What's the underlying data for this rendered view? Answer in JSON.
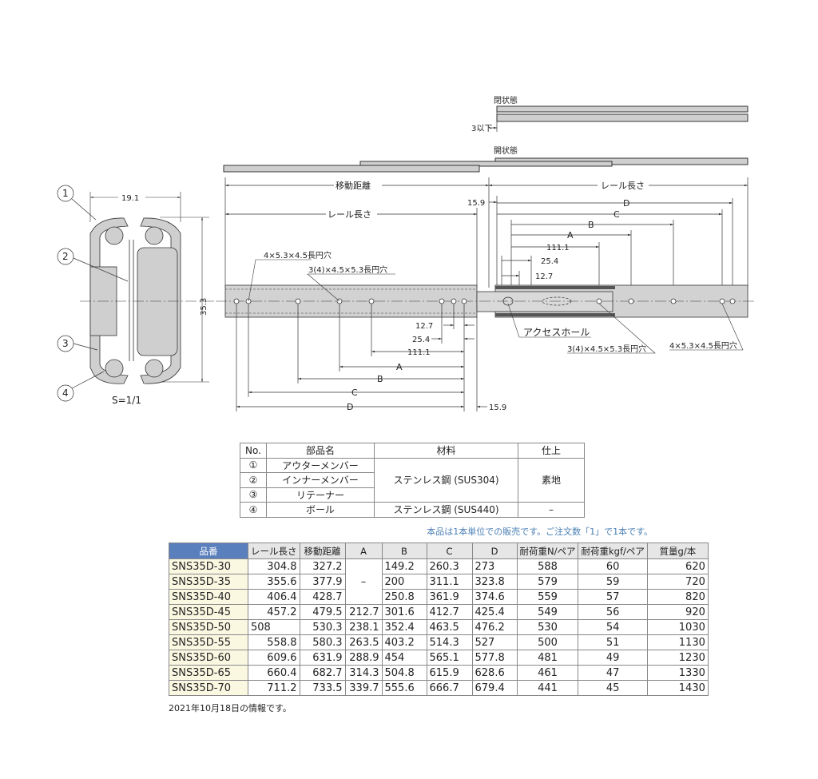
{
  "drawing": {
    "closed_label": "閉状態",
    "closed_gap": "3以下",
    "open_label": "開状態",
    "travel": "移動距離",
    "rail_length": "レール長さ",
    "dims_right": {
      "d159": "15.9",
      "D": "D",
      "C": "C",
      "B": "B",
      "A": "A",
      "d1111": "111.1",
      "d254": "25.4",
      "d127": "12.7"
    },
    "dims_left": {
      "d127": "12.7",
      "d254": "25.4",
      "d1111": "111.1",
      "A": "A",
      "B": "B",
      "C": "C",
      "D": "D",
      "d159": "15.9"
    },
    "hole_left_1": "4×5.3×4.5長円穴",
    "hole_left_2": "3(4)×4.5×5.3長円穴",
    "access_hole": "アクセスホール",
    "hole_right_1": "3(4)×4.5×5.3長円穴",
    "hole_right_2": "4×5.3×4.5長円穴",
    "section": {
      "width": "19.1",
      "height": "35.3",
      "scale": "S=1/1",
      "callouts": [
        "1",
        "2",
        "3",
        "4"
      ]
    }
  },
  "parts_table": {
    "headers": [
      "No.",
      "部品名",
      "材料",
      "仕上"
    ],
    "rows": [
      {
        "no": "①",
        "name": "アウターメンバー"
      },
      {
        "no": "②",
        "name": "インナーメンバー"
      },
      {
        "no": "③",
        "name": "リテーナー"
      },
      {
        "no": "④",
        "name": "ボール"
      }
    ],
    "material_1": "ステンレス鋼 (SUS304)",
    "finish_1": "素地",
    "material_2": "ステンレス鋼 (SUS440)",
    "finish_2": "–"
  },
  "sales_note": "本品は1本単位での販売です。ご注文数「1」で1本です。",
  "spec_table": {
    "headers": [
      "品番",
      "レール長さ",
      "移動距離",
      "A",
      "B",
      "C",
      "D",
      "耐荷重N/ペア",
      "耐荷重kgf/ペア",
      "質量g/本"
    ],
    "rows": [
      [
        "SNS35D-30",
        "304.8",
        "327.2",
        "–",
        "149.2",
        "260.3",
        "273",
        "588",
        "60",
        "620"
      ],
      [
        "SNS35D-35",
        "355.6",
        "377.9",
        "",
        "200",
        "311.1",
        "323.8",
        "579",
        "59",
        "720"
      ],
      [
        "SNS35D-40",
        "406.4",
        "428.7",
        "",
        "250.8",
        "361.9",
        "374.6",
        "559",
        "57",
        "820"
      ],
      [
        "SNS35D-45",
        "457.2",
        "479.5",
        "212.7",
        "301.6",
        "412.7",
        "425.4",
        "549",
        "56",
        "920"
      ],
      [
        "SNS35D-50",
        "508",
        "530.3",
        "238.1",
        "352.4",
        "463.5",
        "476.2",
        "530",
        "54",
        "1030"
      ],
      [
        "SNS35D-55",
        "558.8",
        "580.3",
        "263.5",
        "403.2",
        "514.3",
        "527",
        "500",
        "51",
        "1130"
      ],
      [
        "SNS35D-60",
        "609.6",
        "631.9",
        "288.9",
        "454",
        "565.1",
        "577.8",
        "481",
        "49",
        "1230"
      ],
      [
        "SNS35D-65",
        "660.4",
        "682.7",
        "314.3",
        "504.8",
        "615.9",
        "628.6",
        "461",
        "47",
        "1330"
      ],
      [
        "SNS35D-70",
        "711.2",
        "733.5",
        "339.7",
        "555.6",
        "666.7",
        "679.4",
        "441",
        "45",
        "1430"
      ]
    ]
  },
  "footer_note": "2021年10月18日の情報です。",
  "colors": {
    "header_blue": "#5a7fbd",
    "note_blue": "#4a7fb5",
    "rail_gray": "#cfcfcf"
  }
}
